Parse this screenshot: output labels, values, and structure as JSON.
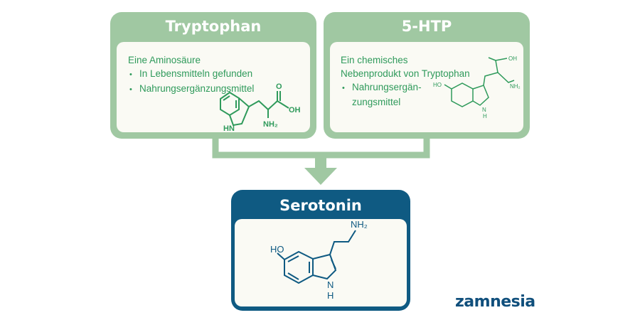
{
  "tryptophan": {
    "title": "Tryptophan",
    "intro": "Eine Aminosäure",
    "bullets": [
      "In Lebensmitteln gefunden",
      "Nahrungsergänzungsmittel"
    ],
    "molecule_labels": {
      "hn": "HN",
      "nh2": "NH₂",
      "o": "O",
      "oh": "OH"
    }
  },
  "htp": {
    "title": "5-HTP",
    "intro_lines": [
      "Ein chemisches",
      "Nebenprodukt von Tryptophan"
    ],
    "bullet_lines": [
      "Nahrungsergän-",
      "zungsmittel"
    ],
    "molecule_labels": {
      "ho": "HO",
      "oh": "OH",
      "nh2": "NH₂",
      "nh": "N",
      "h": "H"
    }
  },
  "serotonin": {
    "title": "Serotonin",
    "molecule_labels": {
      "ho": "HO",
      "nh2": "NH₂",
      "n": "N",
      "h": "H"
    }
  },
  "logo": "zamnesia",
  "colors": {
    "green": "#a0c8a2",
    "text_green": "#2f9a5b",
    "blue": "#0f5a82",
    "panel": "#fafaf4"
  }
}
